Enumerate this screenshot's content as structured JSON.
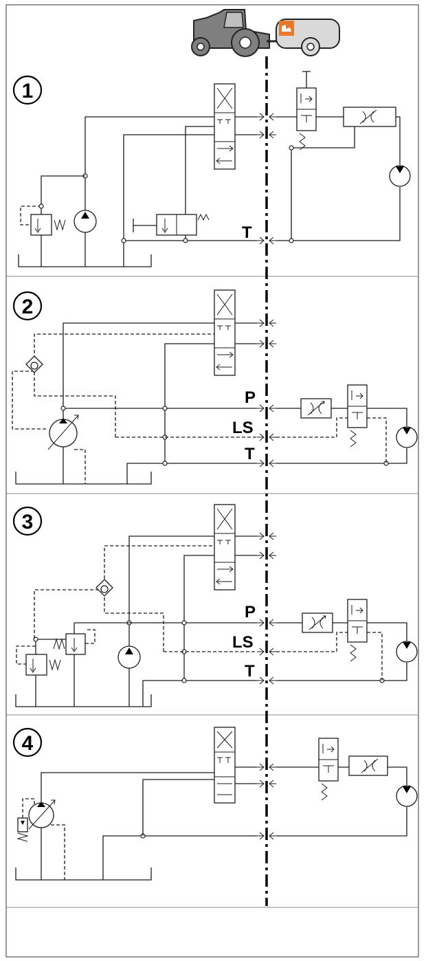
{
  "sections": [
    {
      "number": "1",
      "labels": [
        "T"
      ]
    },
    {
      "number": "2",
      "labels": [
        "P",
        "LS",
        "T"
      ]
    },
    {
      "number": "3",
      "labels": [
        "P",
        "LS",
        "T"
      ]
    },
    {
      "number": "4",
      "labels": []
    }
  ],
  "colors": {
    "frame": "#555555",
    "line": "#1a1a1a",
    "logo": "#e8782a",
    "tractor": "#7f7f7f",
    "trailer": "#d9d9d9"
  },
  "icons": [
    "tractor-icon",
    "trailer-icon",
    "brand-logo-icon"
  ]
}
